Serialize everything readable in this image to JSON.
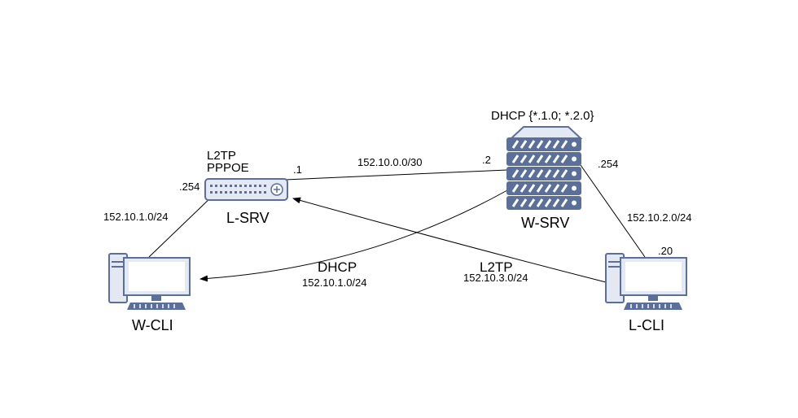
{
  "nodes": {
    "l_srv": {
      "name": "L-SRV",
      "protocols": [
        "L2TP",
        "PPPOE"
      ]
    },
    "w_srv": {
      "name": "W-SRV",
      "header": "DHCP {*.1.0; *.2.0}"
    },
    "w_cli": {
      "name": "W-CLI"
    },
    "l_cli": {
      "name": "L-CLI"
    }
  },
  "links": {
    "srv_link": {
      "subnet": "152.10.0.0/30",
      "l_srv_addr": ".1",
      "w_srv_addr": ".2"
    },
    "w_cli_link": {
      "subnet": "152.10.1.0/24",
      "l_srv_addr": ".254"
    },
    "l_cli_link": {
      "subnet": "152.10.2.0/24",
      "w_srv_addr": ".254",
      "l_cli_addr": ".20"
    }
  },
  "flows": {
    "dhcp": {
      "protocol": "DHCP",
      "subnet": "152.10.1.0/24"
    },
    "l2tp": {
      "protocol": "L2TP",
      "subnet": "152.10.3.0/24"
    }
  },
  "colors": {
    "device_fill": "#e3e8f3",
    "device_stroke": "#5a6f9a",
    "line": "#000000"
  }
}
